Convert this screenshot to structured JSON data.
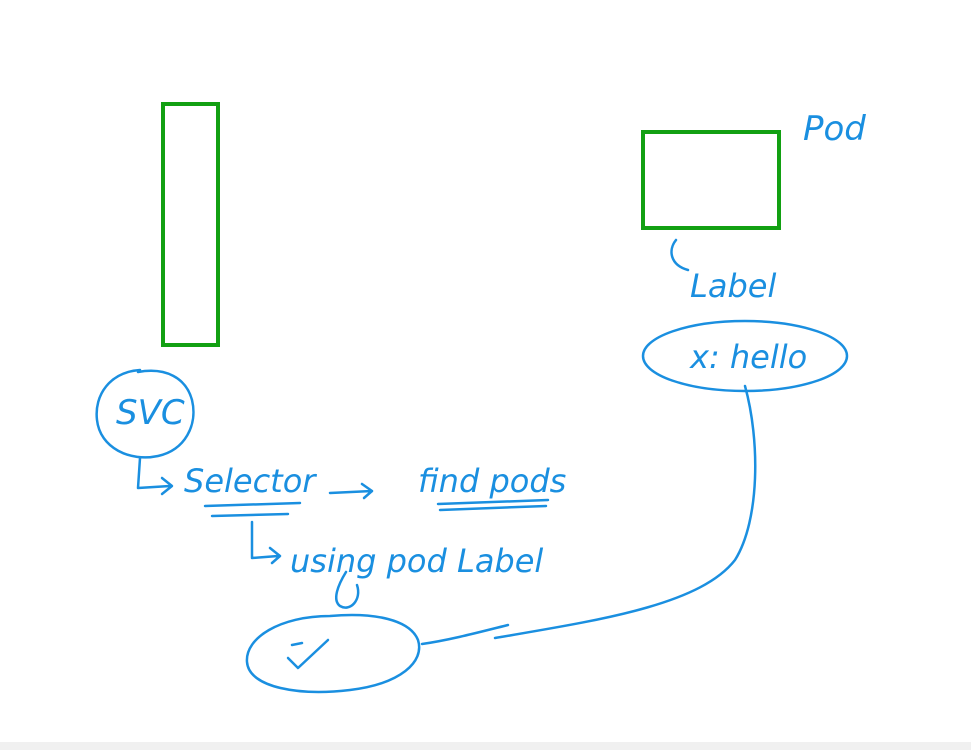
{
  "colors": {
    "box": "#12a012",
    "ink": "#1a8fe0"
  },
  "labels": {
    "svc": "SVC",
    "pod": "Pod",
    "label_top": "Label",
    "label_value": "x: hello",
    "selector": "Selector",
    "find_pods": "find pods",
    "using_pod_label": "using pod Label"
  }
}
